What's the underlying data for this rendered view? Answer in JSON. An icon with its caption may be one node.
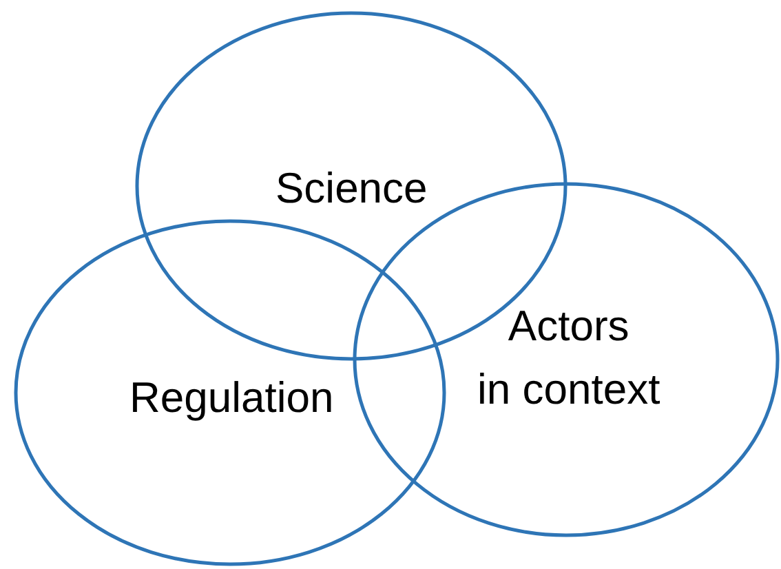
{
  "diagram": {
    "nodes": [
      {
        "text": [
          "Science"
        ]
      },
      {
        "text": [
          "Regulation"
        ]
      },
      {
        "text": [
          "Actors in context"
        ]
      }
    ],
    "edges": []
  }
}
